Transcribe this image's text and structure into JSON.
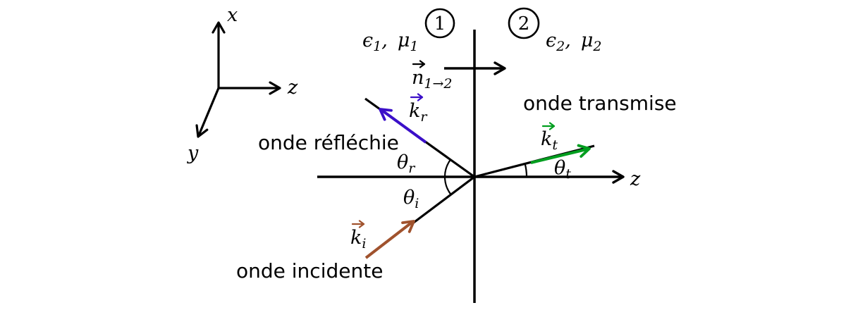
{
  "colors": {
    "axis": "#000000",
    "incident": "#a0522d",
    "reflected": "#3b0fc9",
    "transmitted": "#009e1f"
  },
  "triad": {
    "x_label": "x",
    "y_label": "y",
    "z_label": "z"
  },
  "media": {
    "m1": {
      "number": "1",
      "epsilon": "ϵ",
      "epsilon_sub": "1",
      "comma": ",",
      "mu": "μ",
      "mu_sub": "1"
    },
    "m2": {
      "number": "2",
      "epsilon": "ϵ",
      "epsilon_sub": "2",
      "comma": ",",
      "mu": "μ",
      "mu_sub": "2"
    }
  },
  "normal_vector": {
    "symbol": "n",
    "subscript": "1→2"
  },
  "z_axis_label": "z",
  "waves": {
    "reflected": {
      "name": "onde réfléchie",
      "vector_symbol": "k",
      "vector_subscript": "r",
      "angle_symbol": "θ",
      "angle_subscript": "r"
    },
    "transmitted": {
      "name": "onde transmise",
      "vector_symbol": "k",
      "vector_subscript": "t",
      "angle_symbol": "θ",
      "angle_subscript": "t"
    },
    "incident": {
      "name": "onde incidente",
      "vector_symbol": "k",
      "vector_subscript": "i",
      "angle_symbol": "θ",
      "angle_subscript": "i"
    }
  }
}
